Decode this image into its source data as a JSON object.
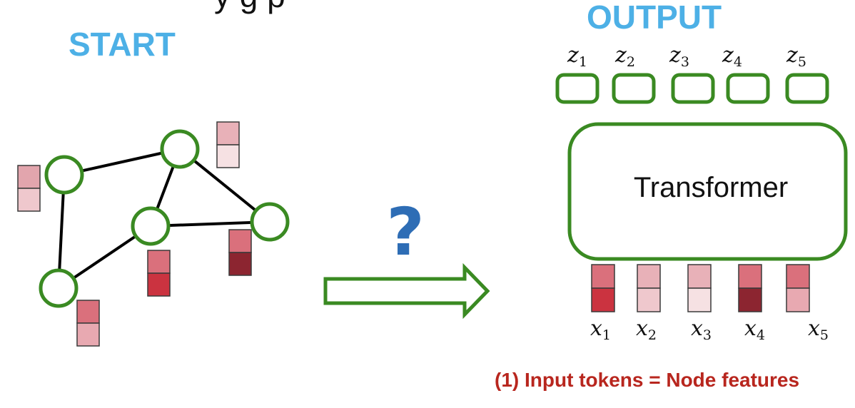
{
  "title_partial": "y      g  p",
  "start_label": "START",
  "output_label": "OUTPUT",
  "question_mark": "?",
  "transformer_label": "Transformer",
  "caption": "(1) Input tokens = Node features",
  "graph": {
    "nodes": [
      {
        "id": "n1",
        "features": [
          "#e2a5ad",
          "#efc8cd"
        ]
      },
      {
        "id": "n2",
        "features": [
          "#e8b1b8",
          "#f6e1e3"
        ]
      },
      {
        "id": "n3",
        "features": [
          "#da707c",
          "#cb3340"
        ]
      },
      {
        "id": "n4",
        "features": [
          "#da707c",
          "#8c2530"
        ]
      },
      {
        "id": "n5",
        "features": [
          "#da707c",
          "#e8a9b1"
        ]
      }
    ],
    "edges": [
      [
        "n1",
        "n2"
      ],
      [
        "n1",
        "n5"
      ],
      [
        "n2",
        "n3"
      ],
      [
        "n2",
        "n4"
      ],
      [
        "n3",
        "n4"
      ],
      [
        "n3",
        "n5"
      ]
    ]
  },
  "outputs": [
    {
      "var": "z",
      "sub": "1"
    },
    {
      "var": "z",
      "sub": "2"
    },
    {
      "var": "z",
      "sub": "3"
    },
    {
      "var": "z",
      "sub": "4"
    },
    {
      "var": "z",
      "sub": "5"
    }
  ],
  "inputs": [
    {
      "var": "x",
      "sub": "1",
      "features": [
        "#da707c",
        "#cb3340"
      ]
    },
    {
      "var": "x",
      "sub": "2",
      "features": [
        "#e8b1b8",
        "#efc8cd"
      ]
    },
    {
      "var": "x",
      "sub": "3",
      "features": [
        "#e8b1b8",
        "#f6e1e3"
      ]
    },
    {
      "var": "x",
      "sub": "4",
      "features": [
        "#da707c",
        "#8c2530"
      ]
    },
    {
      "var": "x",
      "sub": "5",
      "features": [
        "#da707c",
        "#e8a9b1"
      ]
    }
  ],
  "colors": {
    "heading": "#4db0e6",
    "node_stroke": "#3a8a22",
    "question": "#2e6db5",
    "caption": "#b8261e"
  }
}
